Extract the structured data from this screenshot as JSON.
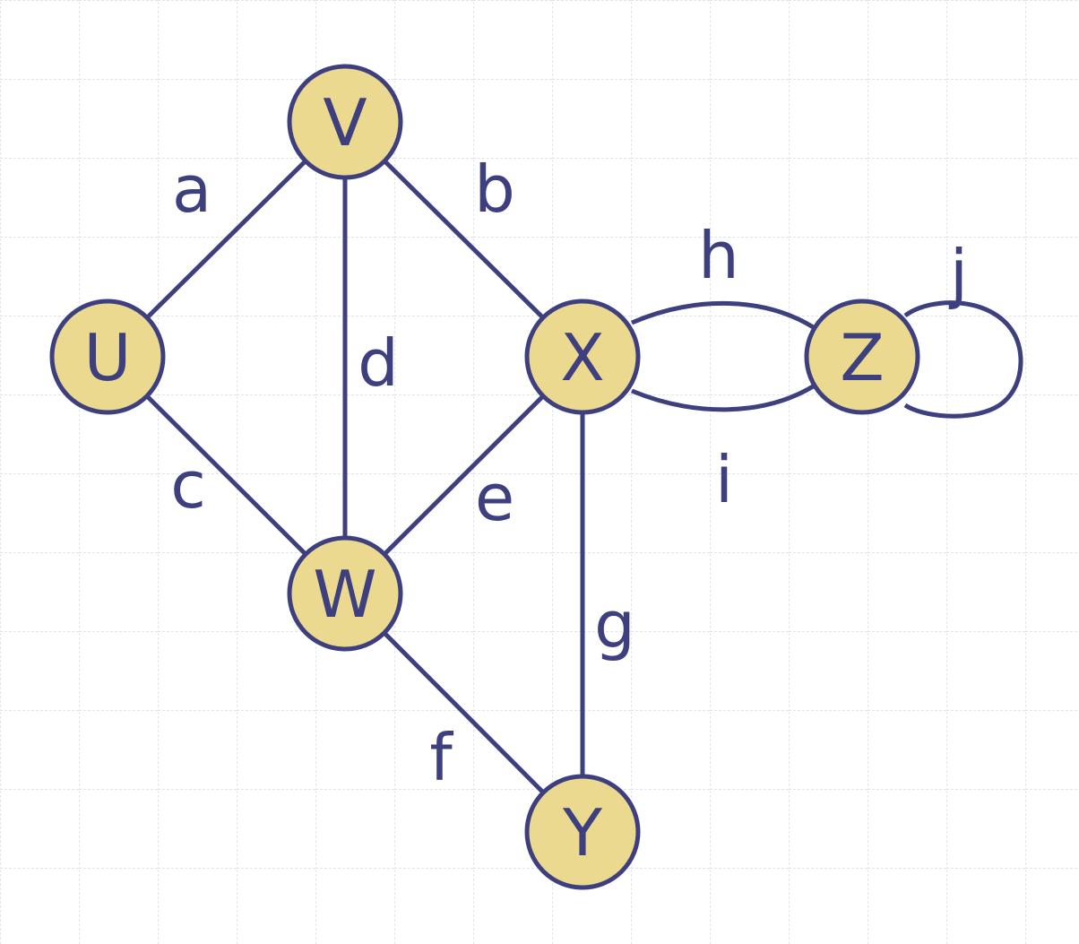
{
  "colors": {
    "stroke": "#3d3f7f",
    "node_fill": "#ead98f",
    "grid": "#cfd3e8",
    "background": "#ffffff"
  },
  "nodes": [
    {
      "id": "U",
      "label": "U"
    },
    {
      "id": "V",
      "label": "V"
    },
    {
      "id": "W",
      "label": "W"
    },
    {
      "id": "X",
      "label": "X"
    },
    {
      "id": "Y",
      "label": "Y"
    },
    {
      "id": "Z",
      "label": "Z"
    }
  ],
  "edges": [
    {
      "id": "a",
      "label": "a",
      "from": "U",
      "to": "V"
    },
    {
      "id": "b",
      "label": "b",
      "from": "V",
      "to": "X"
    },
    {
      "id": "c",
      "label": "c",
      "from": "U",
      "to": "W"
    },
    {
      "id": "d",
      "label": "d",
      "from": "V",
      "to": "W"
    },
    {
      "id": "e",
      "label": "e",
      "from": "W",
      "to": "X"
    },
    {
      "id": "f",
      "label": "f",
      "from": "W",
      "to": "Y"
    },
    {
      "id": "g",
      "label": "g",
      "from": "X",
      "to": "Y"
    },
    {
      "id": "h",
      "label": "h",
      "from": "X",
      "to": "Z"
    },
    {
      "id": "i",
      "label": "i",
      "from": "X",
      "to": "Z"
    },
    {
      "id": "j",
      "label": "j",
      "from": "Z",
      "to": "Z"
    }
  ]
}
